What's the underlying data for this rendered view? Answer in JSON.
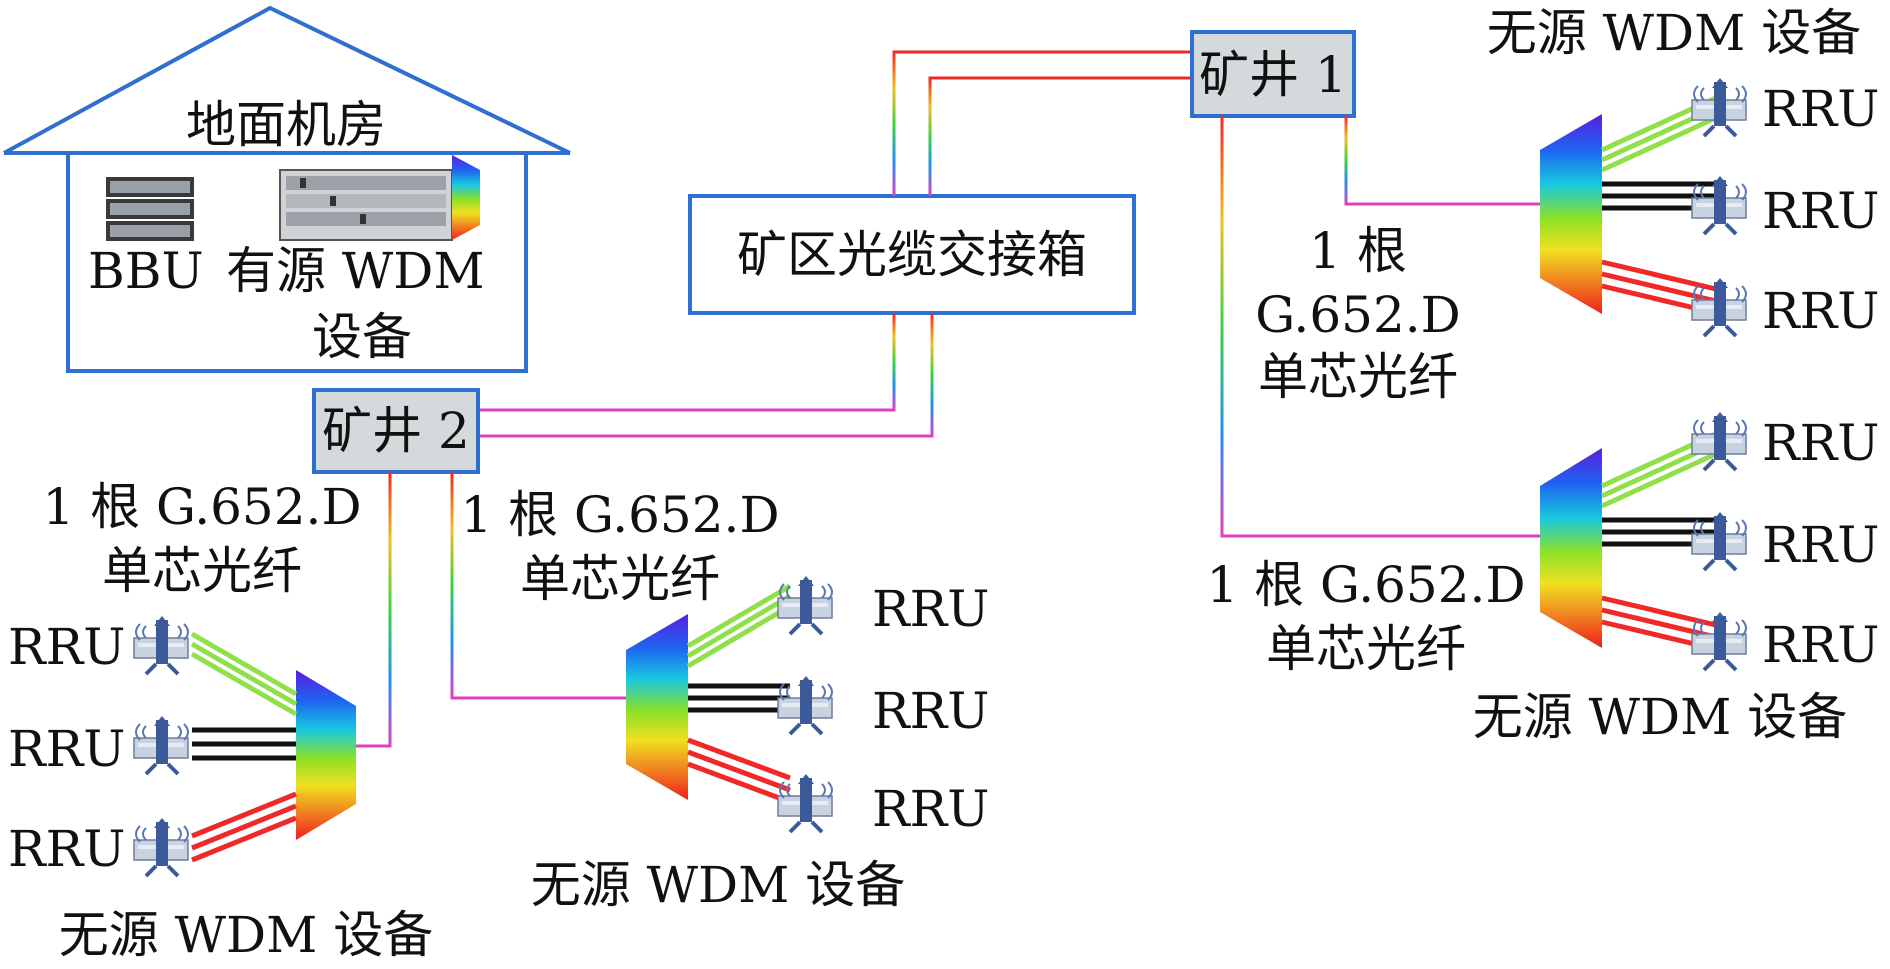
{
  "nodes": {
    "ground_room": "地面机房",
    "bbu": "BBU",
    "active_wdm_line1": "有源 WDM",
    "active_wdm_line2": "设备",
    "cross_box": "矿区光缆交接箱",
    "shaft1": "矿井 1",
    "shaft2": "矿井 2"
  },
  "passive_wdm": "无源 WDM 设备",
  "rru": "RRU",
  "fiber": {
    "line1": "1 根 G.652.D",
    "line2": "单芯光纤",
    "line1a": "1 根",
    "line1b": "G.652.D"
  },
  "colors": {
    "box_border": "#2f6fd0",
    "shaft_fill": "#d4d9dc",
    "fiber_green": "#8fe04a",
    "fiber_black": "#111111",
    "fiber_red": "#f02828"
  }
}
